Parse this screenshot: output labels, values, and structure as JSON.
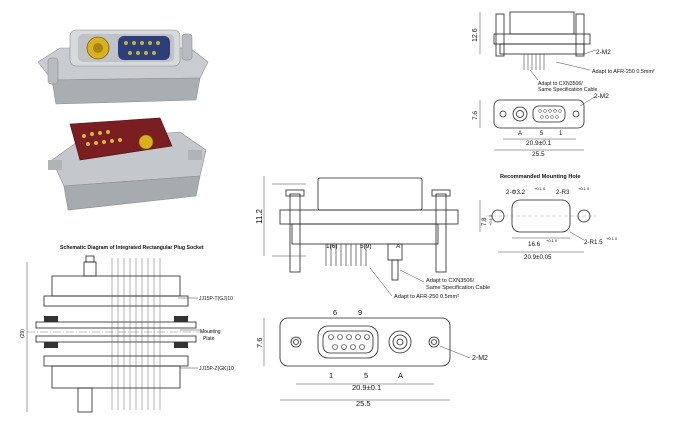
{
  "left_diagram": {
    "title": "Schematic Diagram of Integrated Rectangular Plug Socket",
    "label_top": "JJ15P-T(GJ)10",
    "label_mounting": "Mounting",
    "label_plate": "Plate",
    "label_bottom": "JJ15P-Z(GK)10"
  },
  "center_drawing": {
    "height_dim": "11.2",
    "pin_label_left": "1(6)",
    "pin_label_mid": "5(9)",
    "pin_label_a": "A",
    "note_cable_1": "Adapt to CXN3506/",
    "note_cable_2": "Same Specification Cable",
    "note_afr": "Adapt to AFR-250 0.5mm²"
  },
  "bottom_view": {
    "height_dim": "7.6",
    "pin_6": "6",
    "pin_9": "9",
    "pin_1": "1",
    "pin_5": "5",
    "pin_a": "A",
    "hole_note": "2-M2",
    "width_inner": "20.9±0.1",
    "width_outer": "25.5"
  },
  "top_right_side": {
    "height_dim": "12.6",
    "hole_note": "2-M2",
    "note_afr": "Adapt to AFR-250 0.5mm²",
    "note_cable_1": "Adapt to CXN3506/",
    "note_cable_2": "Same Specification Cable"
  },
  "top_right_front": {
    "height_dim": "7.6",
    "hole_note": "2-M2",
    "pin_a": "A",
    "pin_5": "5",
    "pin_1": "1",
    "width_inner": "20.9±0.1",
    "width_outer": "25.5"
  },
  "mounting_hole": {
    "title": "Recommanded Mounting Hole",
    "dim_hole_left": "2-Φ3.2",
    "dim_hole_left_tol": "+0.1 0",
    "dim_hole_right": "2-R3",
    "dim_hole_right_tol": "+0.1 0",
    "dim_height": "7.8",
    "dim_height_tol": "+0.1 0",
    "dim_width": "16.6",
    "dim_width_tol": "+0.1 0",
    "dim_radius": "2-R1.5",
    "dim_radius_tol": "+0.1 0",
    "dim_spacing": "20.9±0.05"
  }
}
